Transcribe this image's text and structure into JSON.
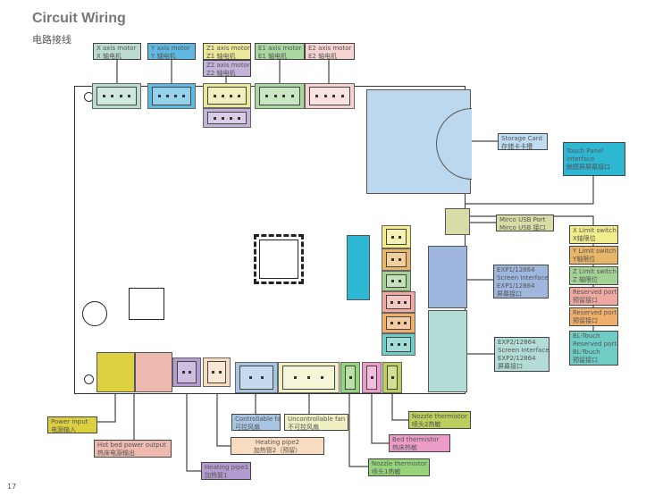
{
  "header": {
    "title": "Circuit Wiring",
    "subtitle": "电路接线"
  },
  "page_number": "17",
  "top_labels": [
    {
      "en": "X axis motor",
      "zh": "X 轴电机",
      "color": "#b9dccd"
    },
    {
      "en": "Y axis motor",
      "zh": "Y 轴电机",
      "color": "#5fb9e0"
    },
    {
      "en": "Z1 axis motor",
      "zh": "Z1 轴电机",
      "color": "#eae79a"
    },
    {
      "en": "Z2 axis motor",
      "zh": "Z2 轴电机",
      "color": "#c3b3d8"
    },
    {
      "en": "E1 axis motor",
      "zh": "E1 轴电机",
      "color": "#a9d9a0"
    },
    {
      "en": "E2 axis motor",
      "zh": "E2 轴电机",
      "color": "#f6d3d0"
    }
  ],
  "right_labels": {
    "storage": {
      "en": "Storage Card",
      "zh": "存储卡卡槽",
      "color": "#bfdcf0"
    },
    "touch": {
      "en1": "Touch Panel",
      "en2": "Interface",
      "zh": "触摸屏屏幕接口",
      "color": "#2db7d3"
    },
    "usb": {
      "en": "Mirco USB Port",
      "zh": "Mirco USB 接口",
      "color": "#d8dca6"
    },
    "exp1": {
      "l1": "EXP1/12864",
      "l2": "Screen Interface",
      "l3": "EXP1/12864",
      "l4": "屏幕接口",
      "color": "#9fb6de"
    },
    "exp2": {
      "l1": "EXP2/12864",
      "l2": "Screen Interface",
      "l3": "EXP2/12864",
      "l4": "屏幕接口",
      "color": "#b4dcd6"
    },
    "switches": [
      {
        "en": "X Limit switch",
        "zh": "X轴限位",
        "color": "#f1ec8c"
      },
      {
        "en": "Y Limit switch",
        "zh": "Y轴限位",
        "color": "#e8b668"
      },
      {
        "en": "Z Limit switch",
        "zh": "Z 轴限位",
        "color": "#a4d295"
      },
      {
        "en": "Reserved port",
        "zh": "预留接口",
        "color": "#eeaaa2"
      },
      {
        "en": "Reserved port",
        "zh": "预留接口",
        "color": "#eeaf6d"
      }
    ],
    "bltouch": {
      "l1": "BL-Touch",
      "l2": "Reserved port",
      "l3": "BL-Touch",
      "l4": "预留接口",
      "color": "#6fcdc6"
    }
  },
  "bottom_labels": {
    "power": {
      "en": "Power input",
      "zh": "电源输入",
      "color": "#dcd040"
    },
    "hotbed": {
      "en": "Hot bed power output",
      "zh": "热床电源输出",
      "color": "#eebab0"
    },
    "heat1": {
      "en": "Heating pipe1",
      "zh": "加热管1",
      "color": "#b49cd0"
    },
    "heat2": {
      "en": "Heating pipe2",
      "zh": "加热管2（预留）",
      "color": "#f8dcc0"
    },
    "cfan": {
      "en": "Controllable fan",
      "zh": "可控风扇",
      "color": "#a8c6e4"
    },
    "ufan": {
      "en": "Uncontrollable fan",
      "zh": "不可控风扇",
      "color": "#f0f0c4"
    },
    "noz2": {
      "en": "Nozzle thermistor",
      "zh": "喷头2热敏",
      "color": "#bcce5c"
    },
    "bedt": {
      "en": "Bed thermistor",
      "zh": "热床热敏",
      "color": "#ec9cc8"
    },
    "noz1": {
      "en": "Nozzle thermistor",
      "zh": "喷头1热敏",
      "color": "#96d47c"
    }
  }
}
